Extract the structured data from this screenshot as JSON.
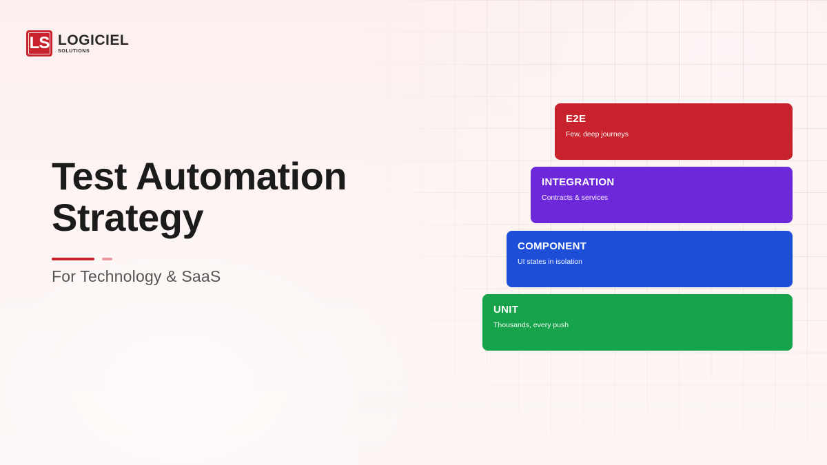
{
  "brand": {
    "mark": "LS",
    "name": "LOGICIEL",
    "tagline": "SOLUTIONS",
    "accent_color": "#c8232c"
  },
  "hero": {
    "title": "Test Automation Strategy",
    "subtitle": "For Technology & SaaS"
  },
  "pyramid": {
    "layers": [
      {
        "name": "E2E",
        "description": "Few, deep journeys",
        "color": "#c8232c"
      },
      {
        "name": "INTEGRATION",
        "description": "Contracts & services",
        "color": "#6d28d9"
      },
      {
        "name": "COMPONENT",
        "description": "UI states in isolation",
        "color": "#1d4ed8"
      },
      {
        "name": "UNIT",
        "description": "Thousands, every push",
        "color": "#16a34a"
      }
    ]
  }
}
